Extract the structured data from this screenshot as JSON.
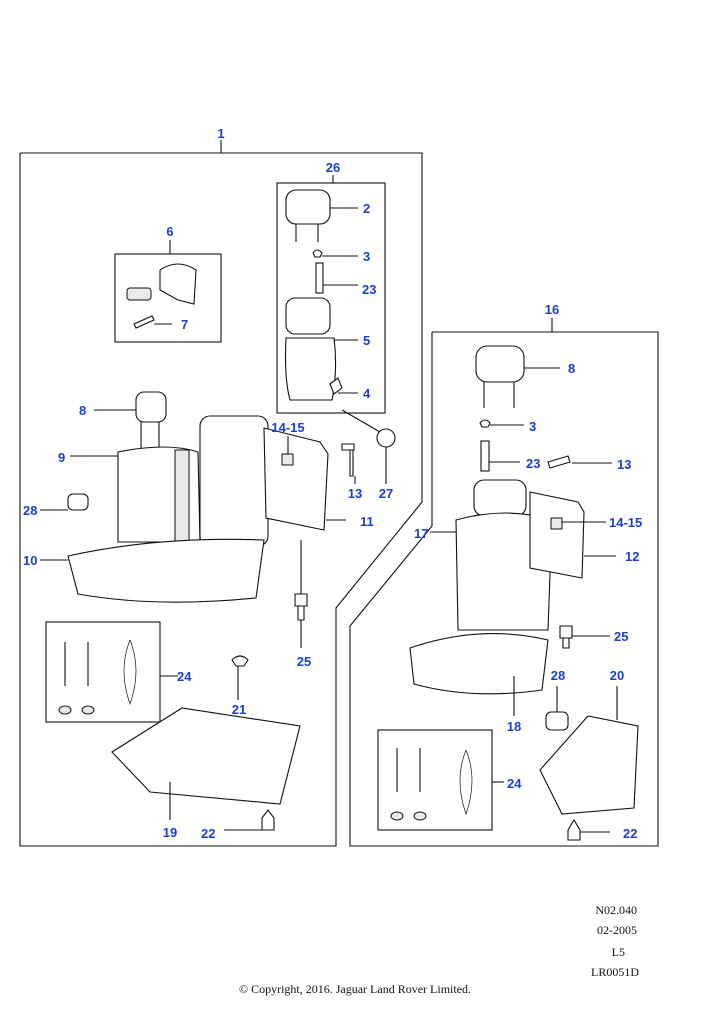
{
  "callouts": {
    "c1": "1",
    "c26": "26",
    "c2": "2",
    "c3a": "3",
    "c23a": "23",
    "c5": "5",
    "c4": "4",
    "c6": "6",
    "c7": "7",
    "c8a": "8",
    "c9": "9",
    "c1415a": "14-15",
    "c13a": "13",
    "c27": "27",
    "c11": "11",
    "c28a": "28",
    "c10": "10",
    "c25a": "25",
    "c24a": "24",
    "c21": "21",
    "c19": "19",
    "c22a": "22",
    "c16": "16",
    "c8b": "8",
    "c3b": "3",
    "c23b": "23",
    "c13b": "13",
    "c17": "17",
    "c1415b": "14-15",
    "c12": "12",
    "c25b": "25",
    "c28b": "28",
    "c20": "20",
    "c18": "18",
    "c24b": "24",
    "c22b": "22"
  },
  "footer": {
    "code": "N02.040",
    "date": "02-2005",
    "variant": "L5",
    "drawing_ref": "LR0051D",
    "copyright": "© Copyright, 2016. Jaguar Land Rover Limited."
  }
}
